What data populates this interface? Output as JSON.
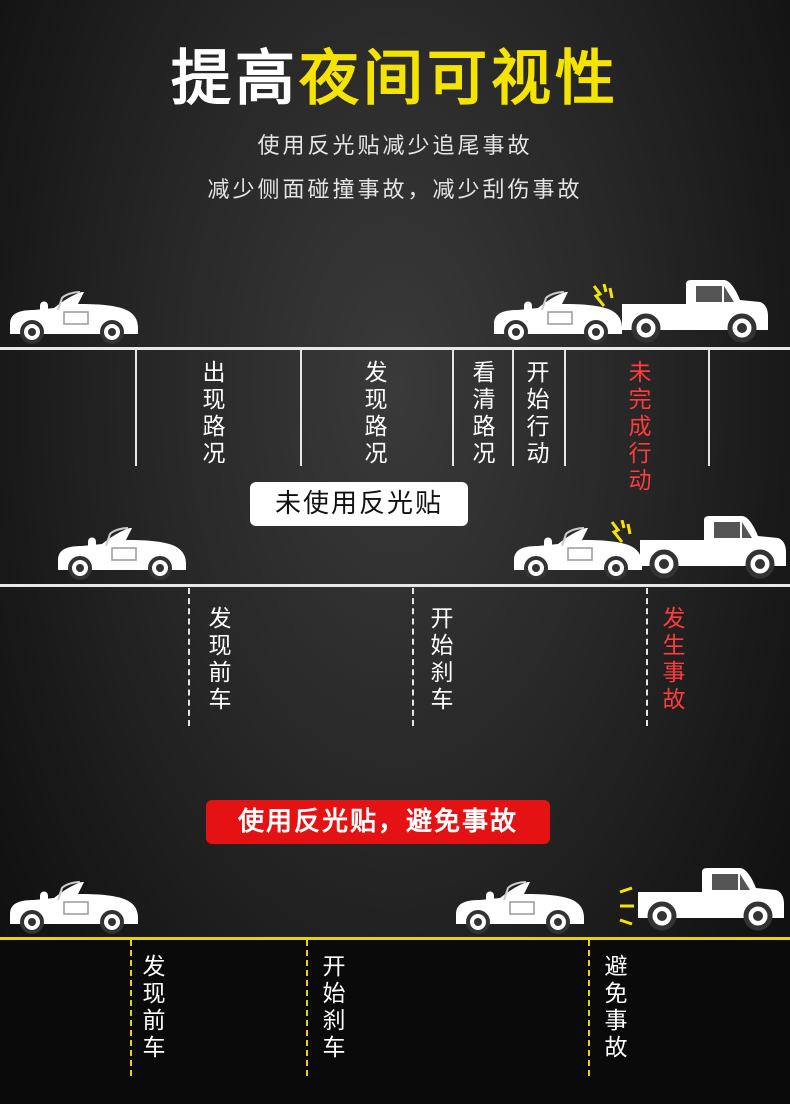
{
  "header": {
    "title_white": "提高",
    "title_yellow": "夜间可视性",
    "subtitle_1": "使用反光贴减少追尾事故",
    "subtitle_2": "减少侧面碰撞事故，减少刮伤事故"
  },
  "scene1": {
    "steps": [
      "出现路况",
      "发现路况",
      "看清路况",
      "开始行动",
      "未完成行动"
    ],
    "label": "未使用反光贴"
  },
  "scene2": {
    "steps": [
      "发现前车",
      "开始刹车",
      "发生事故"
    ]
  },
  "scene3": {
    "label": "使用反光贴，避免事故",
    "steps": [
      "发现前车",
      "开始刹车",
      "避免事故"
    ]
  },
  "colors": {
    "yellow": "#f5e400",
    "red": "#e41212",
    "white": "#ffffff"
  },
  "icons": [
    "car-icon",
    "pickup-truck-icon",
    "crash-spark-icon"
  ]
}
